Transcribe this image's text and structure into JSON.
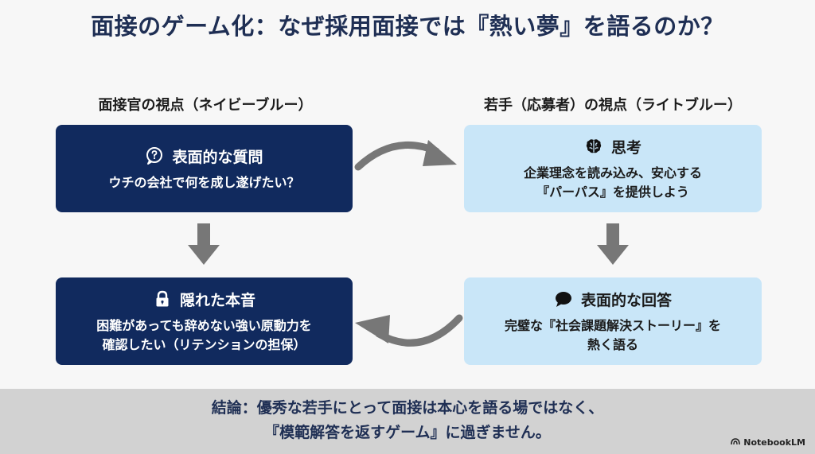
{
  "title": "面接のゲーム化：なぜ採用面接では『熱い夢』を語るのか？",
  "left_column": {
    "label": "面接官の視点（ネイビーブルー）",
    "top_box": {
      "icon": "question-chat-icon",
      "heading": "表面的な質問",
      "body": "ウチの会社で何を成し遂げたい？"
    },
    "bottom_box": {
      "icon": "lock-icon",
      "heading": "隠れた本音",
      "body_line1": "困難があっても辞めない強い原動力を",
      "body_line2": "確認したい（リテンションの担保）"
    }
  },
  "right_column": {
    "label": "若手（応募者）の視点（ライトブルー）",
    "top_box": {
      "icon": "brain-icon",
      "heading": "思考",
      "body_line1": "企業理念を読み込み、安心する",
      "body_line2": "『パーパス』を提供しよう"
    },
    "bottom_box": {
      "icon": "speech-bubble-icon",
      "heading": "表面的な回答",
      "body_line1": "完璧な『社会課題解決ストーリー』を",
      "body_line2": "熱く語る"
    }
  },
  "conclusion": {
    "line1": "結論：優秀な若手にとって面接は本心を語る場ではなく、",
    "line2": "『模範解答を返すゲーム』に過ぎません。"
  },
  "brand": "NotebookLM",
  "colors": {
    "navy": "#112a5e",
    "light_blue": "#c9e6f8",
    "arrow_gray": "#777777",
    "title": "#1f2f54"
  }
}
